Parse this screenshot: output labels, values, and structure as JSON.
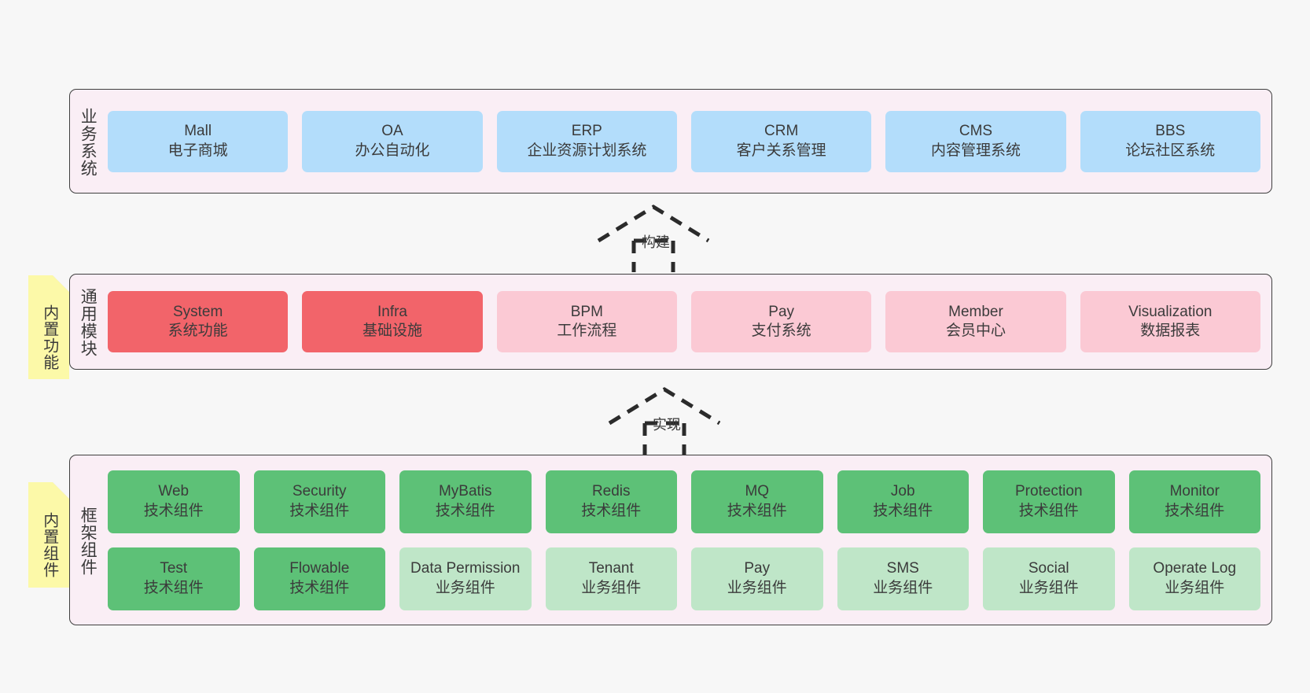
{
  "diagram": {
    "background_color": "#f7f7f7",
    "layer_background_color": "#faeef5",
    "note_color": "#fcf9a8"
  },
  "layers": [
    {
      "title": "业务系统",
      "color": "#b3ddfb",
      "rows": [
        {
          "cells": [
            {
              "en": "Mall",
              "cn": "电子商城",
              "style": "c-blue"
            },
            {
              "en": "OA",
              "cn": "办公自动化",
              "style": "c-blue"
            },
            {
              "en": "ERP",
              "cn": "企业资源计划系统",
              "style": "c-blue"
            },
            {
              "en": "CRM",
              "cn": "客户关系管理",
              "style": "c-blue"
            },
            {
              "en": "CMS",
              "cn": "内容管理系统",
              "style": "c-blue"
            },
            {
              "en": "BBS",
              "cn": "论坛社区系统",
              "style": "c-blue"
            }
          ]
        }
      ]
    },
    {
      "title": "通用模块",
      "note": "内置功能",
      "rows": [
        {
          "cells": [
            {
              "en": "System",
              "cn": "系统功能",
              "style": "c-red"
            },
            {
              "en": "Infra",
              "cn": "基础设施",
              "style": "c-red"
            },
            {
              "en": "BPM",
              "cn": "工作流程",
              "style": "c-pink"
            },
            {
              "en": "Pay",
              "cn": "支付系统",
              "style": "c-pink"
            },
            {
              "en": "Member",
              "cn": "会员中心",
              "style": "c-pink"
            },
            {
              "en": "Visualization",
              "cn": "数据报表",
              "style": "c-pink"
            }
          ]
        }
      ]
    },
    {
      "title": "框架组件",
      "note": "内置组件",
      "rows": [
        {
          "cells": [
            {
              "en": "Web",
              "cn": "技术组件",
              "style": "c-green"
            },
            {
              "en": "Security",
              "cn": "技术组件",
              "style": "c-green"
            },
            {
              "en": "MyBatis",
              "cn": "技术组件",
              "style": "c-green"
            },
            {
              "en": "Redis",
              "cn": "技术组件",
              "style": "c-green"
            },
            {
              "en": "MQ",
              "cn": "技术组件",
              "style": "c-green"
            },
            {
              "en": "Job",
              "cn": "技术组件",
              "style": "c-green"
            },
            {
              "en": "Protection",
              "cn": "技术组件",
              "style": "c-green"
            },
            {
              "en": "Monitor",
              "cn": "技术组件",
              "style": "c-green"
            }
          ]
        },
        {
          "cells": [
            {
              "en": "Test",
              "cn": "技术组件",
              "style": "c-green"
            },
            {
              "en": "Flowable",
              "cn": "技术组件",
              "style": "c-green"
            },
            {
              "en": "Data Permission",
              "cn": "业务组件",
              "style": "c-lightgreen"
            },
            {
              "en": "Tenant",
              "cn": "业务组件",
              "style": "c-lightgreen"
            },
            {
              "en": "Pay",
              "cn": "业务组件",
              "style": "c-lightgreen"
            },
            {
              "en": "SMS",
              "cn": "业务组件",
              "style": "c-lightgreen"
            },
            {
              "en": "Social",
              "cn": "业务组件",
              "style": "c-lightgreen"
            },
            {
              "en": "Operate Log",
              "cn": "业务组件",
              "style": "c-lightgreen"
            }
          ]
        }
      ]
    }
  ],
  "arrows": [
    {
      "label": "构建"
    },
    {
      "label": "实现"
    }
  ]
}
